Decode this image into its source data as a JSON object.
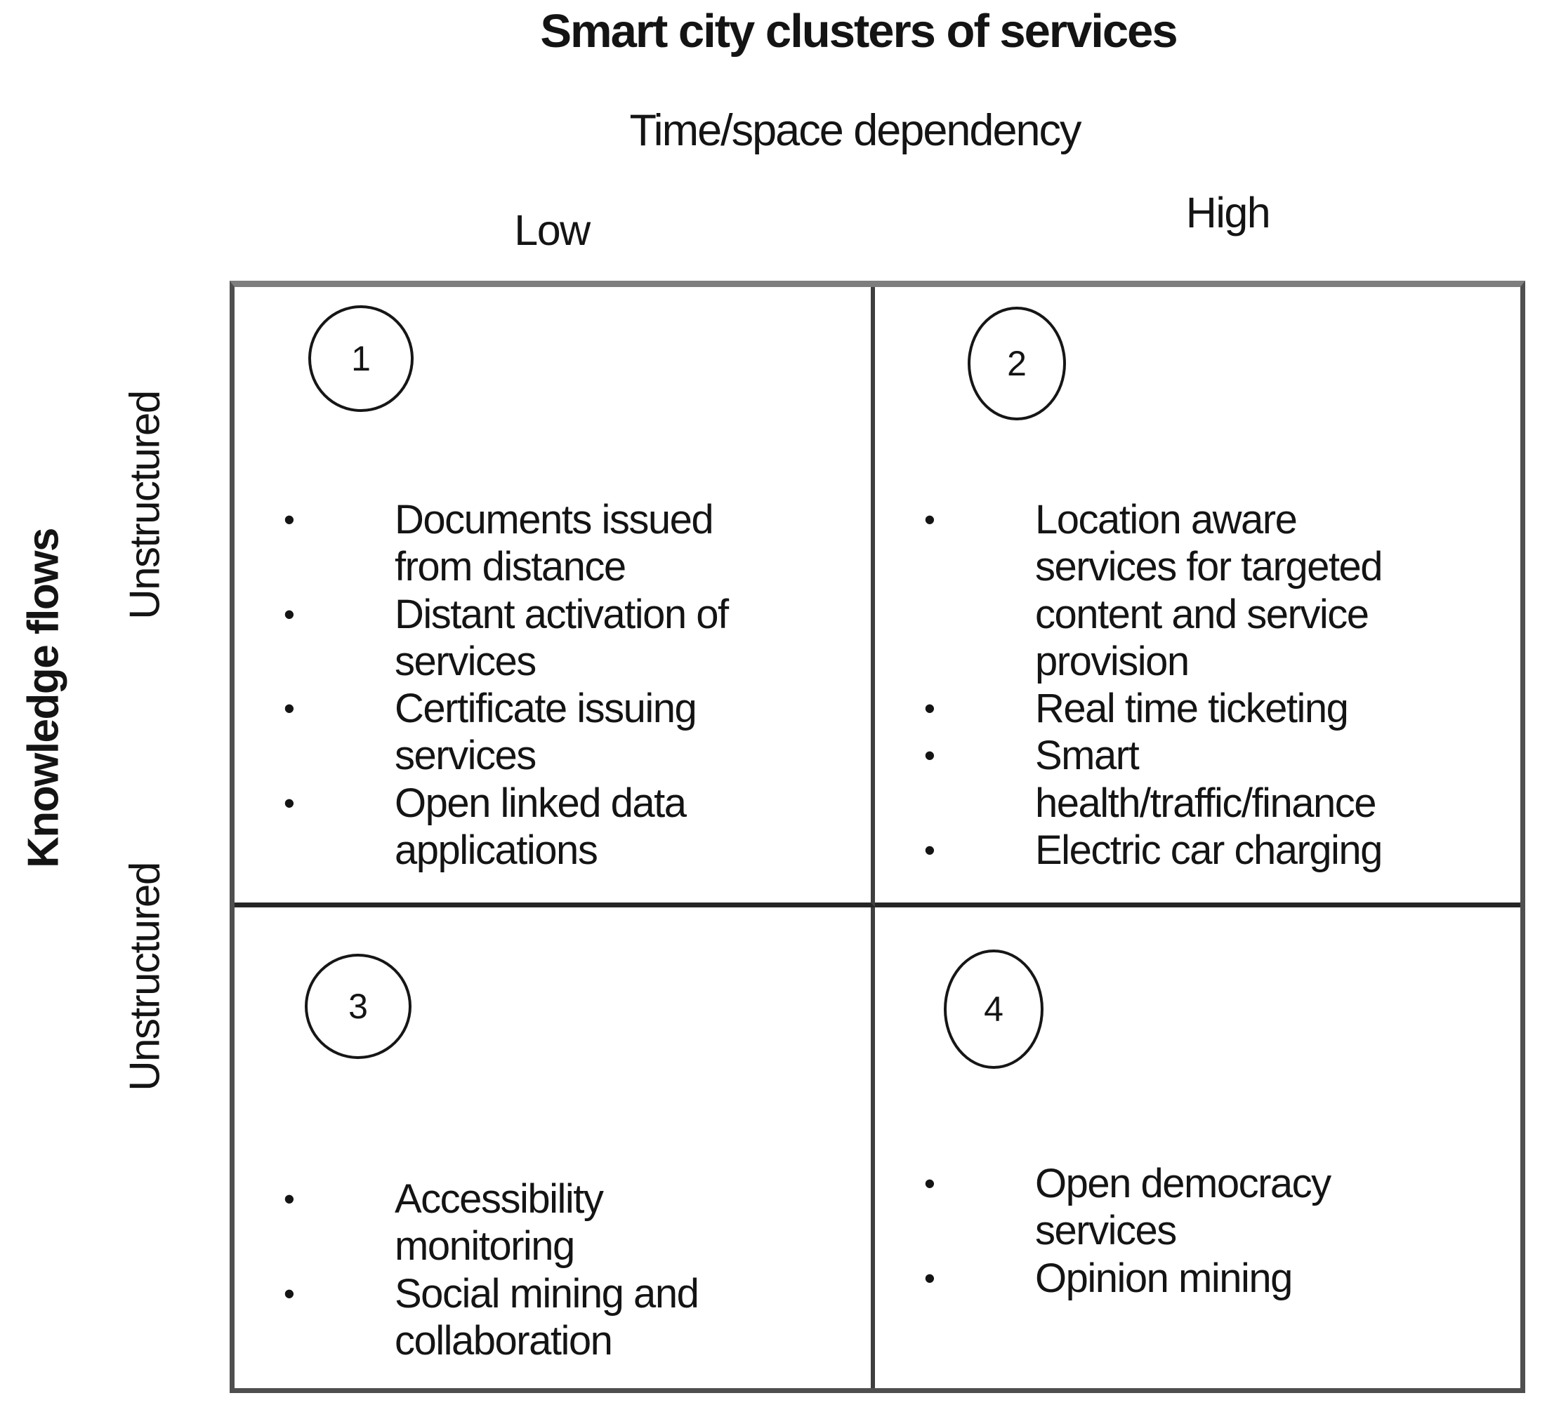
{
  "title": "Smart city clusters of services",
  "x_axis": {
    "label": "Time/space dependency",
    "low": "Low",
    "high": "High"
  },
  "y_axis": {
    "label": "Knowledge flows",
    "top": "Unstructured",
    "bottom": "Unstructured"
  },
  "bullet_glyph": "•",
  "quadrants": [
    {
      "number": "1",
      "items": [
        "Documents issued\nfrom distance",
        "Distant activation of\nservices",
        "Certificate issuing\nservices",
        "Open linked data\napplications"
      ]
    },
    {
      "number": "2",
      "items": [
        "Location aware\nservices for targeted\ncontent and service\nprovision",
        "Real time ticketing",
        "Smart\nhealth/traffic/finance",
        "Electric car charging"
      ]
    },
    {
      "number": "3",
      "items": [
        "Accessibility\nmonitoring",
        "Social mining and\ncollaboration"
      ]
    },
    {
      "number": "4",
      "items": [
        "Open democracy\nservices",
        "Opinion mining"
      ]
    }
  ]
}
